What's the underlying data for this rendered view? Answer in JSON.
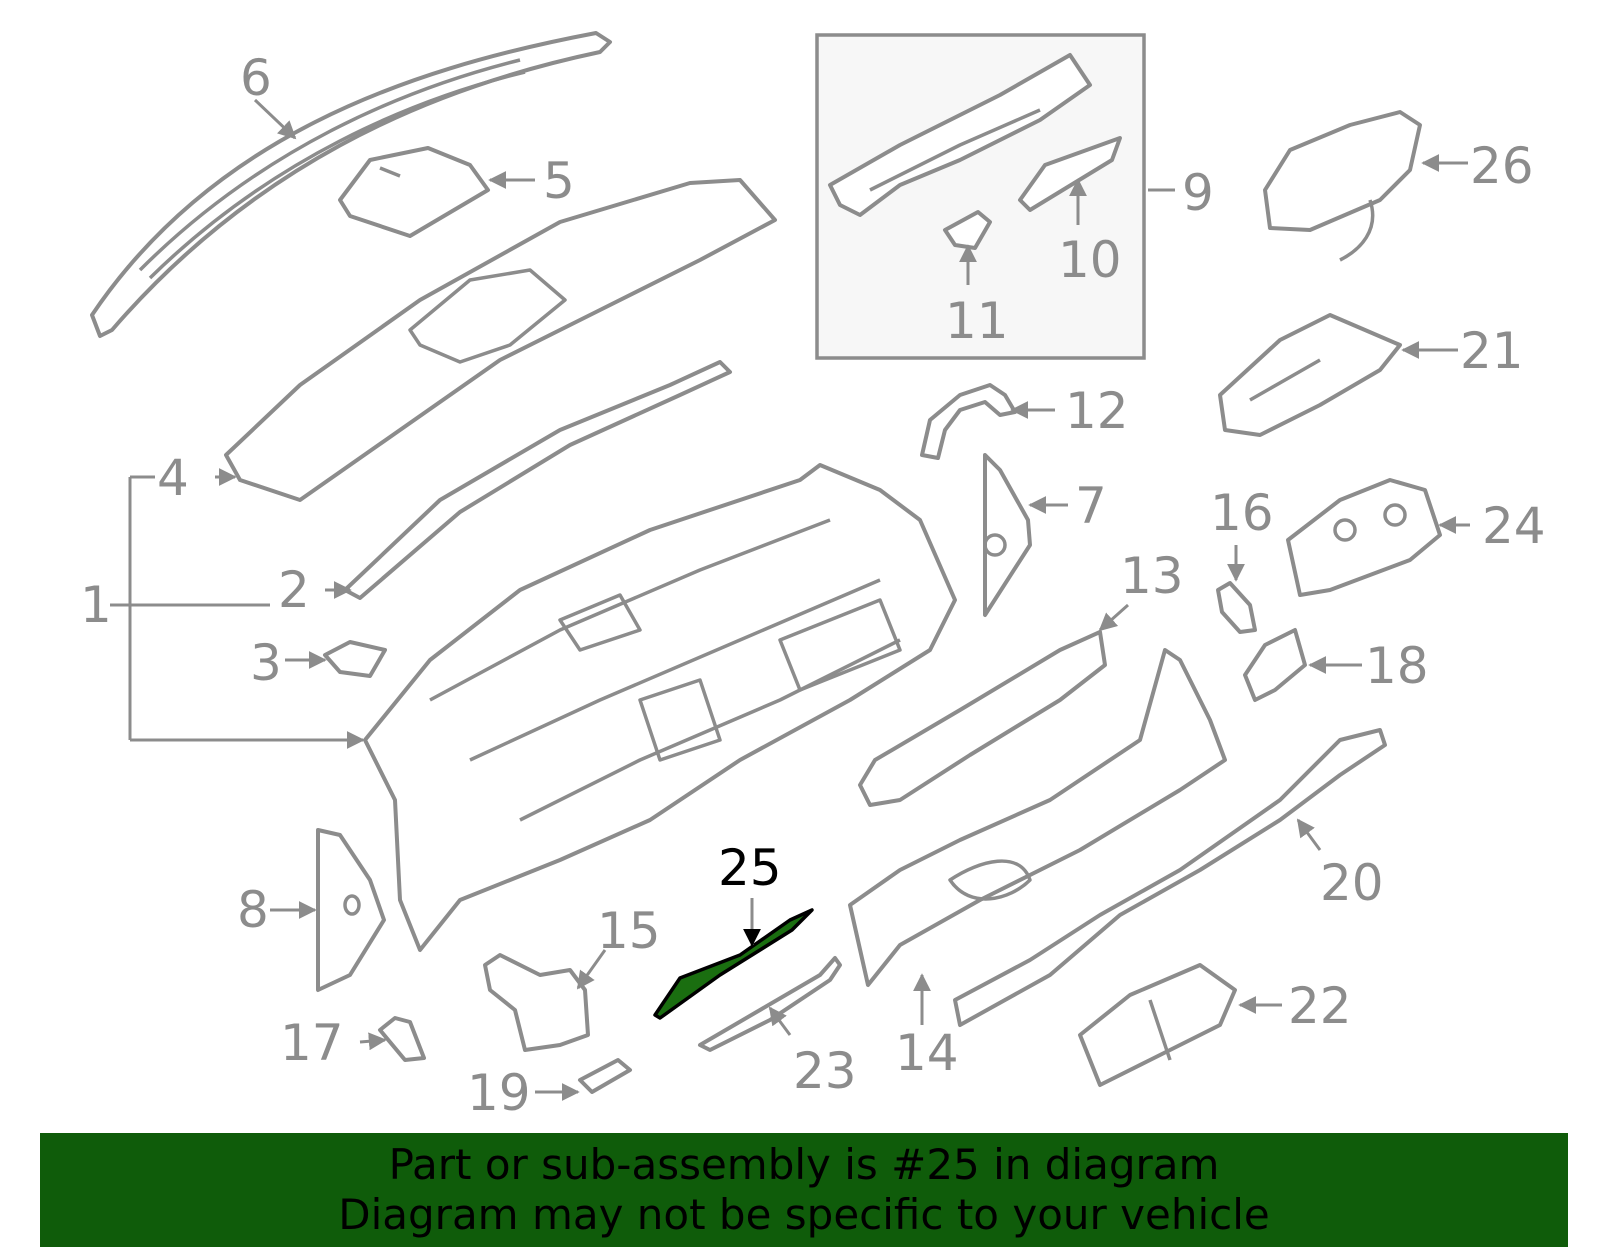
{
  "colors": {
    "part_stroke": "#8c8c8c",
    "highlight_fill": "#1a6e10",
    "highlight_stroke": "#000000",
    "banner_bg": "#0f5c0a",
    "inset_bg": "#f7f7f7",
    "banner_text": "#000000"
  },
  "highlighted_part": "25",
  "callouts": [
    "1",
    "2",
    "3",
    "4",
    "5",
    "6",
    "7",
    "8",
    "9",
    "10",
    "11",
    "12",
    "13",
    "14",
    "15",
    "16",
    "17",
    "18",
    "19",
    "20",
    "21",
    "22",
    "23",
    "24",
    "25",
    "26"
  ],
  "banner": {
    "line1": "Part or sub-assembly is #25 in diagram",
    "line2": "Diagram may not be specific to your vehicle"
  }
}
